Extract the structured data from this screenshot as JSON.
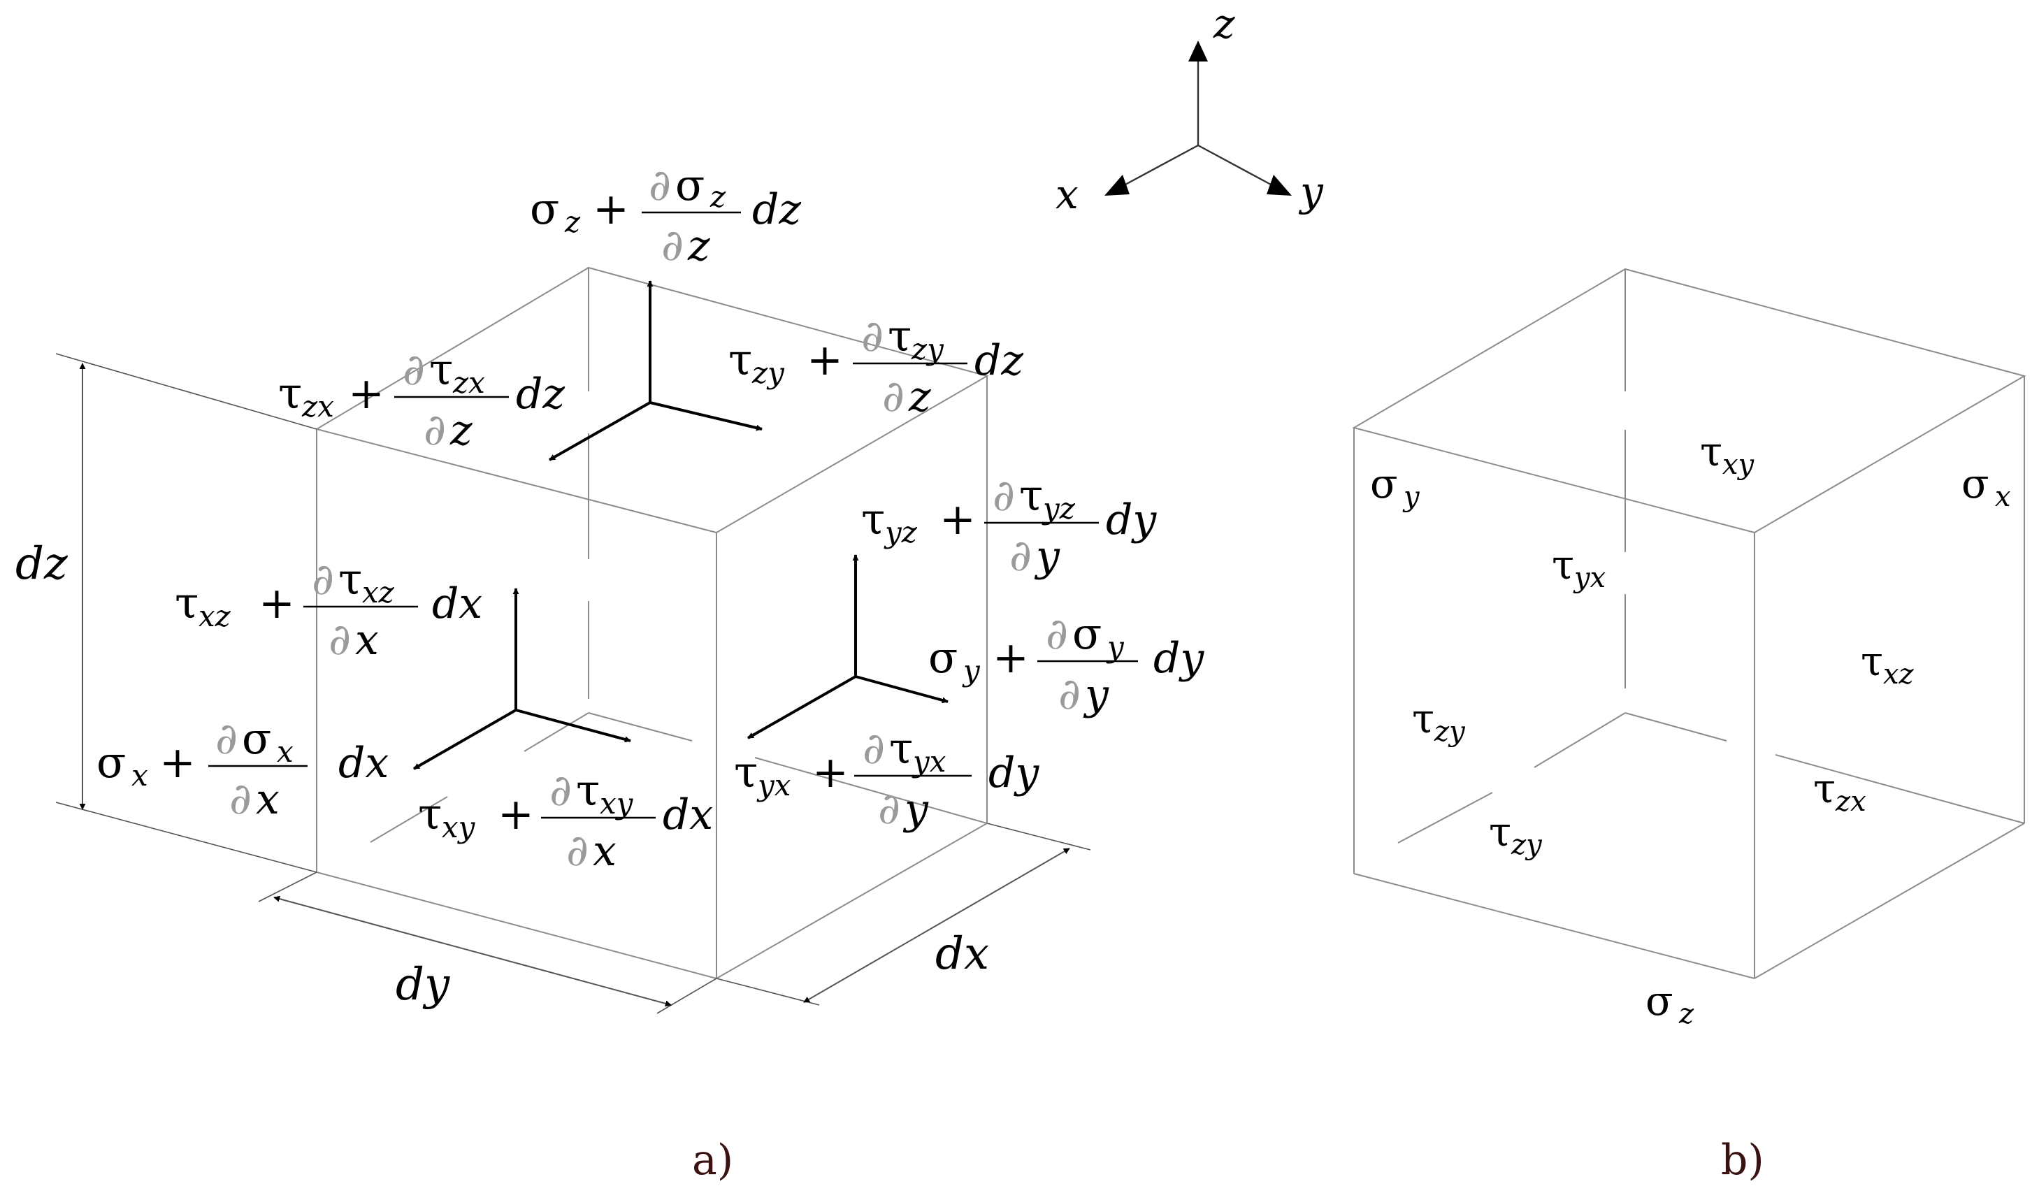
{
  "axes": {
    "x": "x",
    "y": "y",
    "z": "z"
  },
  "part_a": {
    "caption": "a)",
    "dimensions": {
      "dz": "dz",
      "dy": "dy",
      "dx": "dx"
    },
    "labels": {
      "sigma_z": {
        "sym": "σ",
        "sub": "z",
        "num_sym": "σ",
        "num_sub": "z",
        "den": "z",
        "diff": "dz"
      },
      "tau_zx": {
        "sym": "τ",
        "sub": "zx",
        "num_sym": "τ",
        "num_sub": "zx",
        "den": "z",
        "diff": "dz"
      },
      "tau_zy": {
        "sym": "τ",
        "sub": "zy",
        "num_sym": "τ",
        "num_sub": "zy",
        "den": "z",
        "diff": "dz"
      },
      "tau_yz": {
        "sym": "τ",
        "sub": "yz",
        "num_sym": "τ",
        "num_sub": "yz",
        "den": "y",
        "diff": "dy"
      },
      "tau_xz": {
        "sym": "τ",
        "sub": "xz",
        "num_sym": "τ",
        "num_sub": "xz",
        "den": "x",
        "diff": "dx"
      },
      "sigma_y": {
        "sym": "σ",
        "sub": "y",
        "num_sym": "σ",
        "num_sub": "y",
        "den": "y",
        "diff": "dy"
      },
      "sigma_x": {
        "sym": "σ",
        "sub": "x",
        "num_sym": "σ",
        "num_sub": "x",
        "den": "x",
        "diff": "dx"
      },
      "tau_yx": {
        "sym": "τ",
        "sub": "yx",
        "num_sym": "τ",
        "num_sub": "yx",
        "den": "y",
        "diff": "dy"
      },
      "tau_xy": {
        "sym": "τ",
        "sub": "xy",
        "num_sym": "τ",
        "num_sub": "xy",
        "den": "x",
        "diff": "dx"
      }
    },
    "operators": {
      "plus": "+",
      "partial": "∂"
    }
  },
  "part_b": {
    "caption": "b)",
    "labels": {
      "sigma_y": {
        "sym": "σ",
        "sub": "y"
      },
      "tau_xy": {
        "sym": "τ",
        "sub": "xy"
      },
      "sigma_x": {
        "sym": "σ",
        "sub": "x"
      },
      "tau_yx": {
        "sym": "τ",
        "sub": "yx"
      },
      "tau_xz": {
        "sym": "τ",
        "sub": "xz"
      },
      "tau_zy_1": {
        "sym": "τ",
        "sub": "zy"
      },
      "tau_zx": {
        "sym": "τ",
        "sub": "zx"
      },
      "tau_zy_2": {
        "sym": "τ",
        "sub": "zy"
      },
      "sigma_z": {
        "sym": "σ",
        "sub": "z"
      }
    }
  }
}
